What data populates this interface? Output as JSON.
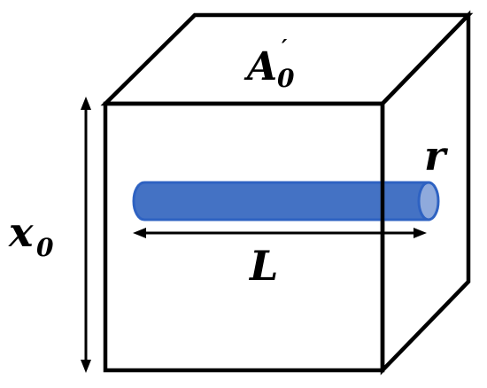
{
  "labels": {
    "top_face_main": "A",
    "top_face_prime": "′",
    "top_face_subscript": "0",
    "height_main": "x",
    "height_subscript": "0",
    "radius": "r",
    "length": "L"
  },
  "colors": {
    "outline": "#000000",
    "background": "#ffffff",
    "cylinder_body": "#4472c4",
    "cylinder_edge": "#2e62c2",
    "cylinder_cap": "#8faadc"
  }
}
